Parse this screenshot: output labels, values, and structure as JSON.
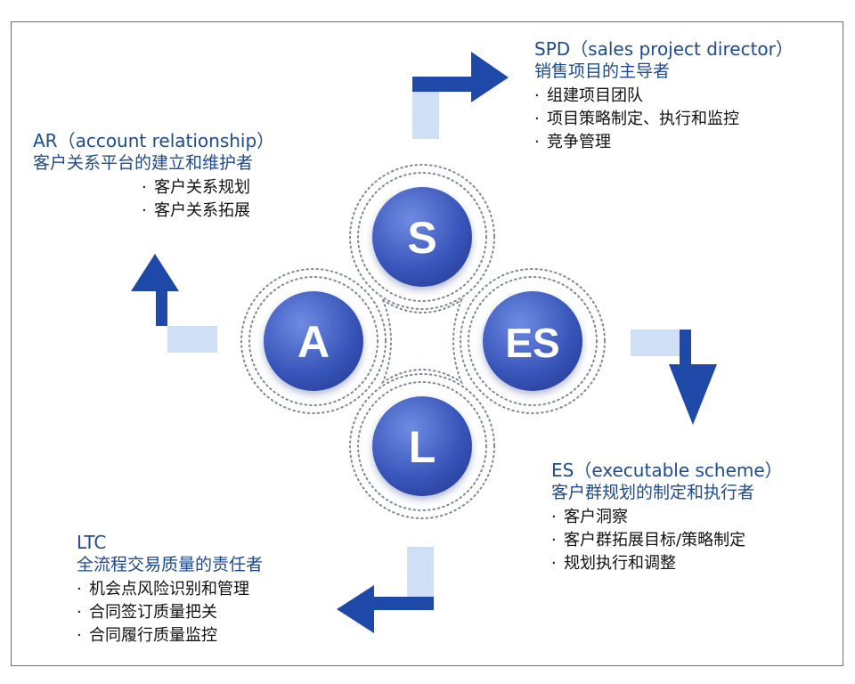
{
  "colors": {
    "circle_fill": "#3754b9",
    "circle_fill_light": "#6f8be2",
    "arrow_dark": "#1f49a8",
    "arrow_light": "#cfe0f6",
    "dotted_ring": "#7f8794",
    "heading": "#1f4b8e"
  },
  "circles": [
    {
      "id": "s",
      "letter": "S"
    },
    {
      "id": "a",
      "letter": "A"
    },
    {
      "id": "es",
      "letter": "ES"
    },
    {
      "id": "l",
      "letter": "L"
    }
  ],
  "blocks": {
    "spd": {
      "title": "SPD（sales project director）",
      "subtitle": "销售项目的主导者",
      "items": [
        "组建项目团队",
        "项目策略制定、执行和监控",
        "竞争管理"
      ]
    },
    "ar": {
      "title": "AR（account relationship）",
      "subtitle": "客户关系平台的建立和维护者",
      "items": [
        "客户关系规划",
        "客户关系拓展"
      ]
    },
    "es": {
      "title": "ES（executable scheme）",
      "subtitle": "客户群规划的制定和执行者",
      "items": [
        "客户洞察",
        "客户群拓展目标/策略制定",
        "规划执行和调整"
      ]
    },
    "ltc": {
      "title": "LTC",
      "subtitle": "全流程交易质量的责任者",
      "items": [
        "机会点风险识别和管理",
        "合同签订质量把关",
        "合同履行质量监控"
      ]
    }
  }
}
